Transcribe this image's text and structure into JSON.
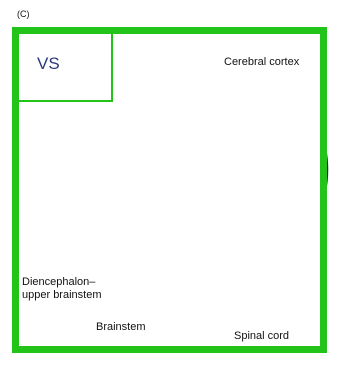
{
  "figure": {
    "panel_letter": "(C)",
    "overlay_tag": "VS",
    "frame_color": "#22c41a",
    "labels": {
      "cerebral_cortex": "Cerebral cortex",
      "diencephalon_line1": "Diencephalon–",
      "diencephalon_line2": "upper brainstem",
      "brainstem": "Brainstem",
      "spinal_cord": "Spinal cord"
    }
  }
}
